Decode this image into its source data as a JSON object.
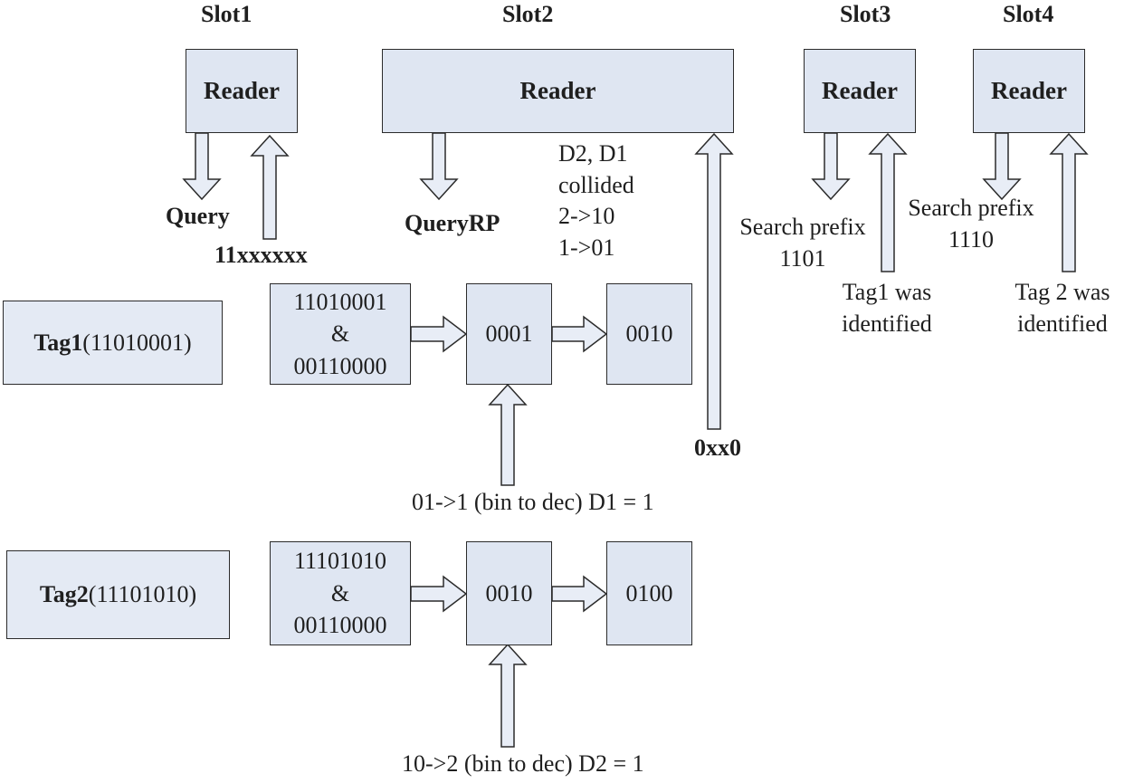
{
  "slots": {
    "slot1": "Slot1",
    "slot2": "Slot2",
    "slot3": "Slot3",
    "slot4": "Slot4"
  },
  "readers": {
    "slot1": "Reader",
    "slot2": "Reader",
    "slot3": "Reader",
    "slot4": "Reader"
  },
  "commands": {
    "query": "Query",
    "query_response": "11xxxxxx",
    "query_rp": "QueryRP",
    "slot2_response": "0xx0",
    "collision_note": [
      "D2, D1",
      "collided",
      "2->10",
      "1->01"
    ],
    "slot3_search": [
      "Search prefix",
      "1101"
    ],
    "slot3_result": [
      "Tag1 was",
      "identified"
    ],
    "slot4_search": [
      "Search prefix",
      "1110"
    ],
    "slot4_result": [
      "Tag 2 was",
      "identified"
    ]
  },
  "tags": [
    {
      "name": "Tag1",
      "id": "(11010001)",
      "mask_lines": [
        "11010001",
        "&",
        "00110000"
      ],
      "masked": "0001",
      "shifted": "0010",
      "note": "01->1 (bin to dec) D1 = 1"
    },
    {
      "name": "Tag2",
      "id": "(11101010)",
      "mask_lines": [
        "11101010",
        "&",
        "00110000"
      ],
      "masked": "0010",
      "shifted": "0100",
      "note": "10->2 (bin to dec) D2 = 1"
    }
  ],
  "colors": {
    "box_fill": "#dfe6f2",
    "arrow_fill": "#e8edf6",
    "stroke": "#2b2b2b"
  }
}
